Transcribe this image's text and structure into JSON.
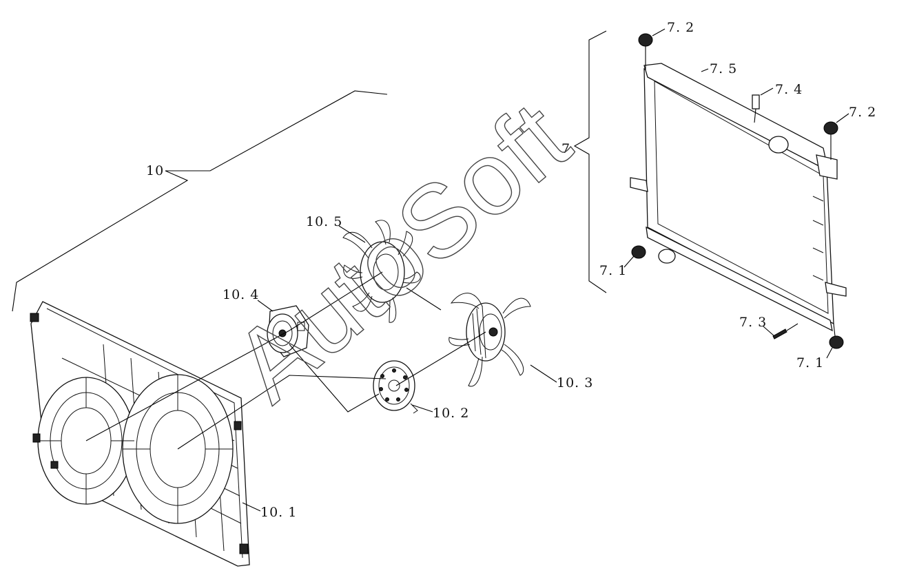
{
  "watermark": "AutoSoft",
  "callouts": {
    "c10": "10",
    "c10_1": "10. 1",
    "c10_2": "10. 2",
    "c10_3": "10. 3",
    "c10_4": "10. 4",
    "c10_5": "10. 5",
    "c7": "7",
    "c7_1a": "7. 1",
    "c7_1b": "7. 1",
    "c7_2a": "7. 2",
    "c7_2b": "7. 2",
    "c7_3": "7. 3",
    "c7_4": "7. 4",
    "c7_5": "7. 5"
  }
}
